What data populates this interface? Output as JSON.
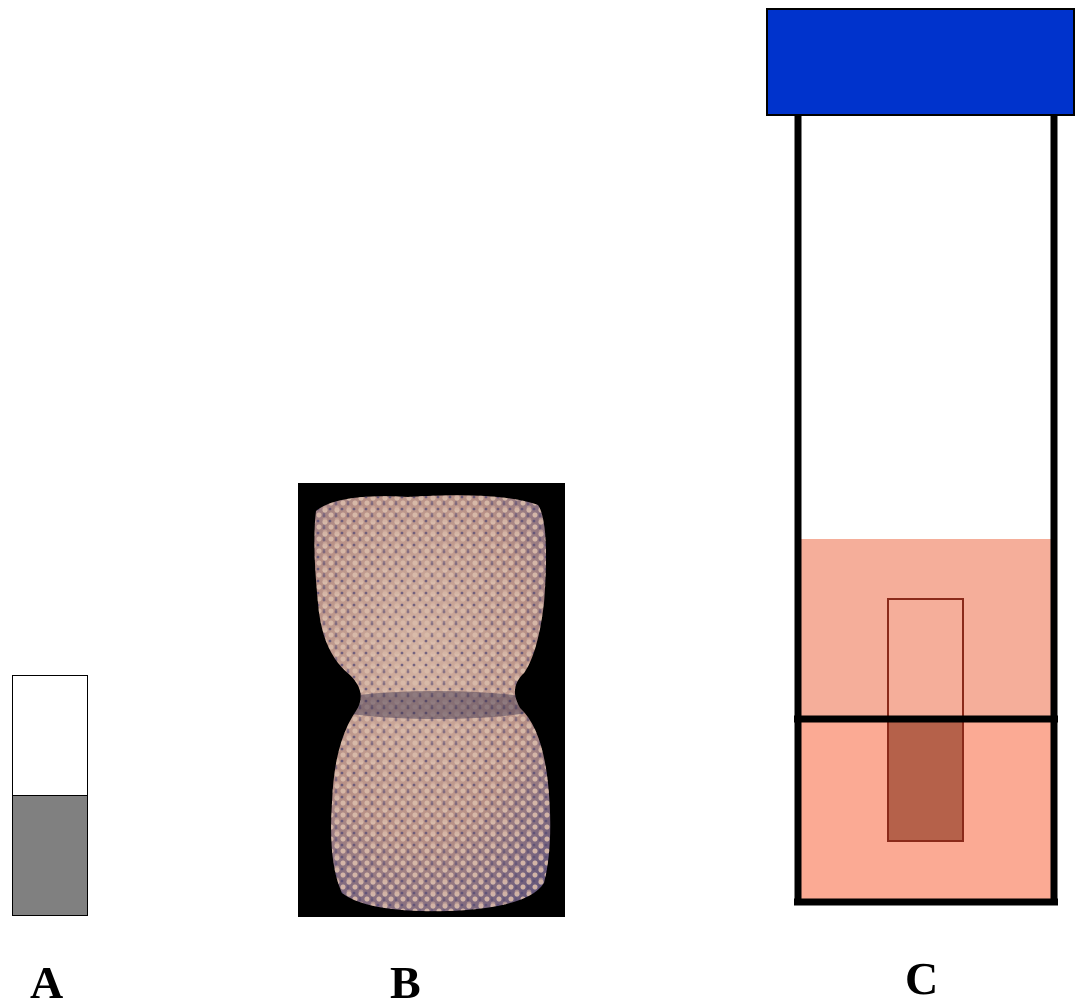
{
  "panels": {
    "a": {
      "label": "A",
      "fill_level": 0.5
    },
    "b": {
      "label": "B"
    },
    "c": {
      "label": "C"
    }
  },
  "colors": {
    "panel_a_fill": "#808080",
    "cap": "#0033cc",
    "liquid_upper": "#f5ae9a",
    "liquid_lower": "#fbaa94",
    "inner_sample": "#b5614a",
    "sponge_light": "#d9b0a0",
    "sponge_shadow": "#6b5f8a",
    "background_b": "#000000"
  }
}
